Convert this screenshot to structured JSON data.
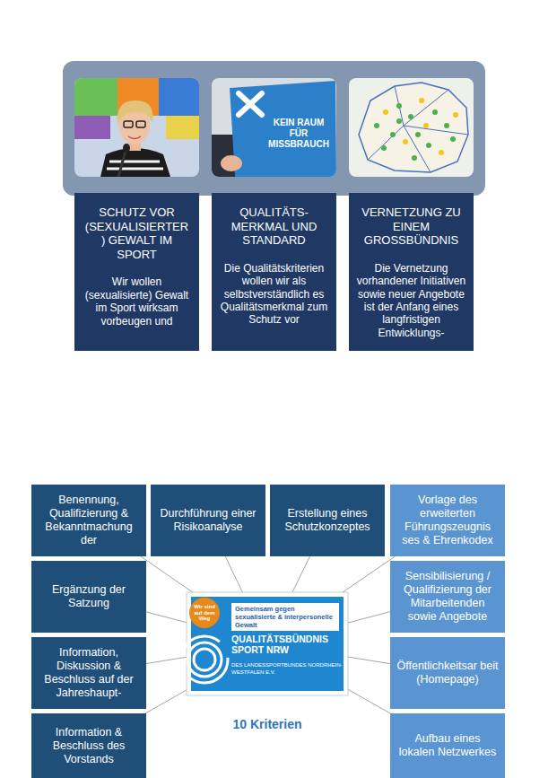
{
  "diagram": {
    "nodes": [
      {
        "text": [
          "SCHUTZ VOR (SEXUALISIERTER ) GEWALT IM SPORT",
          "Wir wollen (sexualisierte) Gewalt im Sport wirksam vorbeugen und"
        ]
      },
      {
        "text": [
          "QUALITÄTS- MERKMAL UND STANDARD",
          "Die Qualitätskriterien wollen wir als selbstverständlich es Qualitätsmerkmal zum Schutz vor"
        ]
      },
      {
        "text": [
          "VERNETZUNG ZU EINEM GROSSBÜNDNIS",
          "Die Vernetzung vorhandener Initiativen sowie neuer Angebote ist der Anfang eines langfristigen Entwicklungs-"
        ]
      },
      {
        "text": [
          "Benennung, Qualifizierung & Bekanntmachung der"
        ]
      },
      {
        "text": [
          "Durchführung einer Risikoanalyse"
        ]
      },
      {
        "text": [
          "Erstellung eines Schutzkonzeptes"
        ]
      },
      {
        "text": [
          "Vorlage des erweiterten Führungszeugnis ses & Ehrenkodex"
        ]
      },
      {
        "text": [
          "Ergänzung der Satzung"
        ]
      },
      {
        "text": [
          "Sensibilisierung / Qualifizierung der Mitarbeitenden sowie Angebote"
        ]
      },
      {
        "text": [
          "Wir sind auf dem Weg",
          "Gemeinsam gegen sexualisierte & interpersonelle Gewalt",
          "QUALITÄTSBÜNDNIS SPORT NRW",
          "DES LANDESSPORTBUNDES NORDRHEIN-WESTFALEN E.V."
        ]
      },
      {
        "text": [
          "Information, Diskussion & Beschluss auf der Jahreshaupt-"
        ]
      },
      {
        "text": [
          "Öffentlichkeitsar beit (Homepage)"
        ]
      },
      {
        "text": [
          "Information & Beschluss des Vorstands"
        ]
      },
      {
        "text": [
          "Aufbau eines lokalen Netzwerkes"
        ]
      }
    ],
    "edges": [
      {
        "from": 9,
        "to": 3,
        "arrow": "none"
      },
      {
        "from": 9,
        "to": 4,
        "arrow": "none"
      },
      {
        "from": 9,
        "to": 5,
        "arrow": "none"
      },
      {
        "from": 9,
        "to": 6,
        "arrow": "none"
      },
      {
        "from": 9,
        "to": 7,
        "arrow": "none"
      },
      {
        "from": 9,
        "to": 8,
        "arrow": "none"
      },
      {
        "from": 9,
        "to": 10,
        "arrow": "none"
      },
      {
        "from": 9,
        "to": 11,
        "arrow": "none"
      },
      {
        "from": 9,
        "to": 12,
        "arrow": "none"
      },
      {
        "from": 9,
        "to": 13,
        "arrow": "none"
      }
    ],
    "labels": [
      "KEIN RAUM FÜR MISSBRAUCH",
      "10 Kriterien"
    ]
  }
}
